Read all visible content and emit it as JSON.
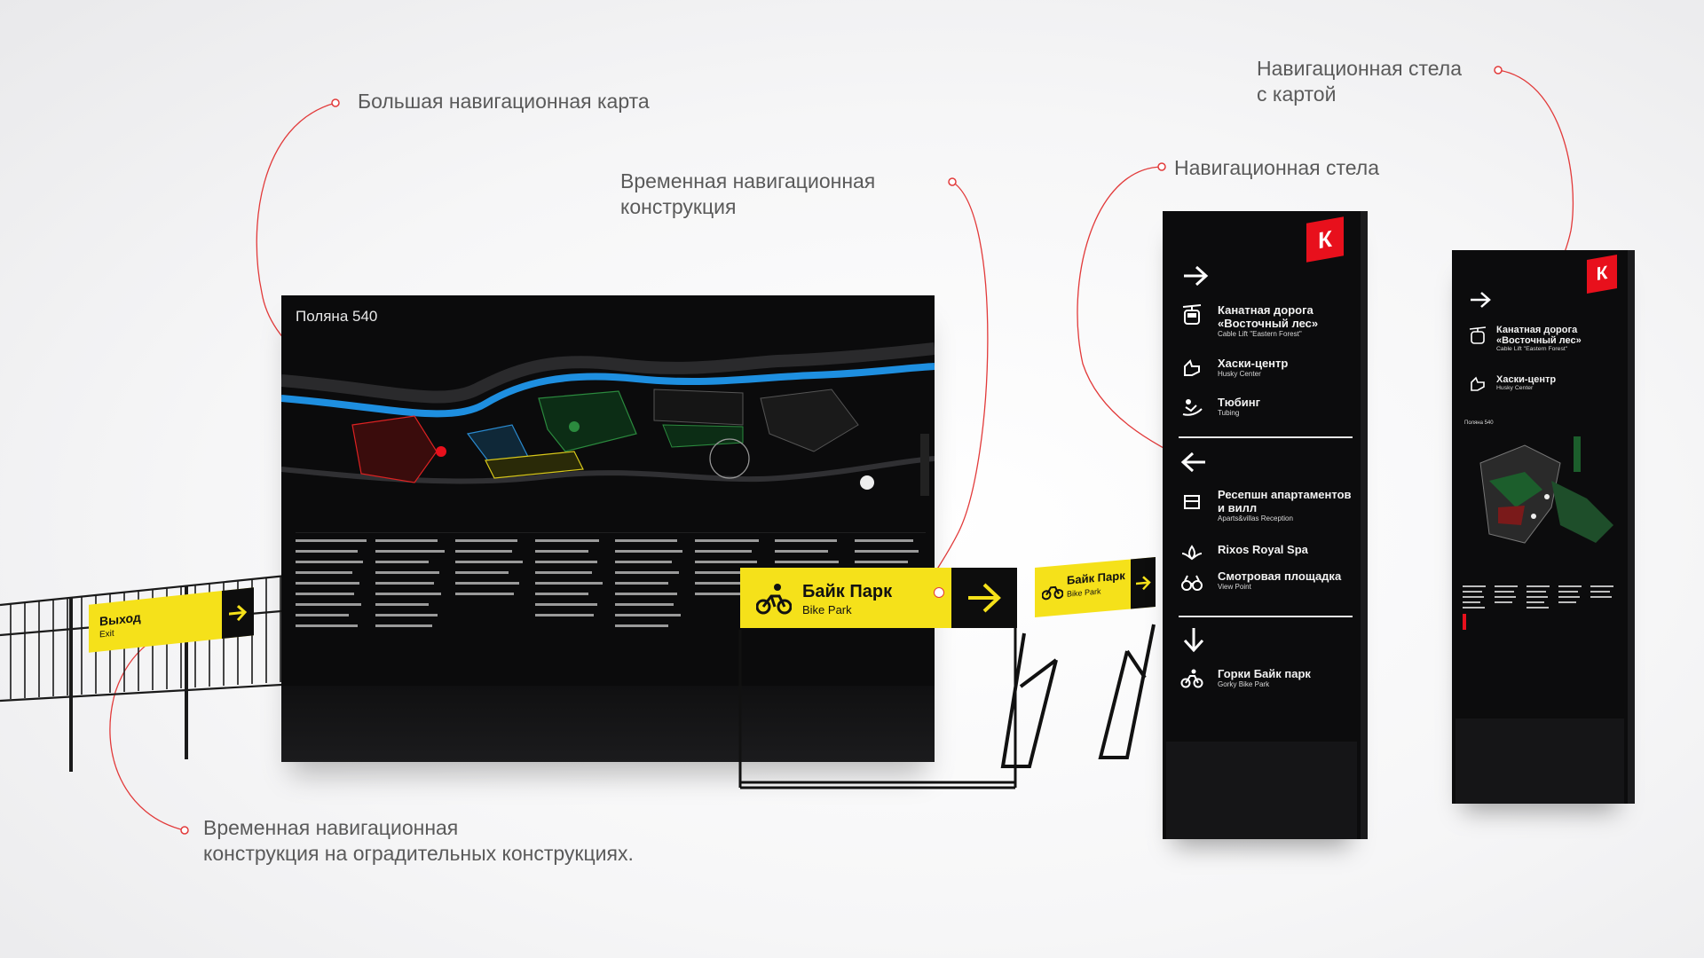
{
  "callouts": {
    "big_map": "Большая навигационная карта",
    "temp_construction": "Временная навигационная\nконструкция",
    "stela_map": "Навигационная стела\nс картой",
    "stela": "Навигационная стела",
    "fence_construction": "Временная навигационная\nконструкция на оградительных конструкциях."
  },
  "board": {
    "title": "Поляна 540"
  },
  "exit_sign": {
    "label": "Выход",
    "sublabel": "Exit"
  },
  "bike_sign": {
    "label": "Байк Парк",
    "sublabel": "Bike Park"
  },
  "small_bike_sign": {
    "label": "Байк Парк",
    "sublabel": "Bike Park"
  },
  "stela": {
    "logo": "К",
    "items": [
      {
        "title": "Канатная дорога «Восточный лес»",
        "subtitle": "Cable Lift \"Eastern Forest\"",
        "icon": "cable-car-icon"
      },
      {
        "title": "Хаски-центр",
        "subtitle": "Husky Center",
        "icon": "husky-icon"
      },
      {
        "title": "Тюбинг",
        "subtitle": "Tubing",
        "icon": "tubing-icon"
      },
      {
        "title": "Ресепшн апартаментов и вилл",
        "subtitle": "Aparts&villas Reception",
        "icon": "reception-icon"
      },
      {
        "title": "Rixos Royal Spa",
        "subtitle": "",
        "icon": "spa-icon"
      },
      {
        "title": "Смотровая площадка",
        "subtitle": "View Point",
        "icon": "binoculars-icon"
      },
      {
        "title": "Горки Байк парк",
        "subtitle": "Gorky Bike Park",
        "icon": "bike-icon"
      }
    ]
  },
  "stela_map": {
    "logo": "К",
    "items": [
      {
        "title": "Канатная дорога «Восточный лес»",
        "subtitle": "Cable Lift \"Eastern Forest\"",
        "icon": "cable-car-icon"
      },
      {
        "title": "Хаски-центр",
        "subtitle": "Husky Center",
        "icon": "husky-icon"
      }
    ],
    "map_title": "Поляна 540"
  },
  "colors": {
    "accent_red": "#e8101c",
    "sign_yellow": "#f5e11a",
    "river_blue": "#1e8fe0",
    "board_black": "#0b0b0c"
  }
}
